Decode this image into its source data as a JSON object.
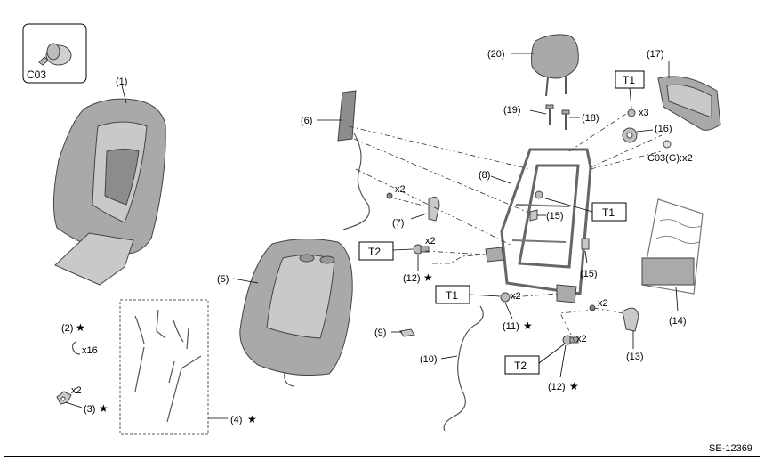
{
  "diagram_id": "SE-12369",
  "legend": {
    "code": "C03"
  },
  "parts": {
    "p1": "(1)",
    "p2": "(2)",
    "p2_qty": "x16",
    "p3": "(3)",
    "p3_qty": "x2",
    "p4": "(4)",
    "p5": "(5)",
    "p6": "(6)",
    "p7": "(7)",
    "p7_qty": "x2",
    "p8": "(8)",
    "p9": "(9)",
    "p10": "(10)",
    "p11": "(11)",
    "p11_qty": "x2",
    "p12a": "(12)",
    "p12a_qty": "x2",
    "p12b": "(12)",
    "p12b_qty": "x2",
    "p13": "(13)",
    "p13_qty": "x2",
    "p14": "(14)",
    "p15a": "(15)",
    "p15b": "(15)",
    "p16": "(16)",
    "p16_qty": "x3",
    "p17": "(17)",
    "p17_clip": "C03(G):x2",
    "p18": "(18)",
    "p19": "(19)",
    "p20": "(20)"
  },
  "torque": {
    "t1_top": "T1",
    "t1_right": "T1",
    "t1_mid": "T1",
    "t2_left": "T2",
    "t2_bottom": "T2"
  },
  "star": "★"
}
